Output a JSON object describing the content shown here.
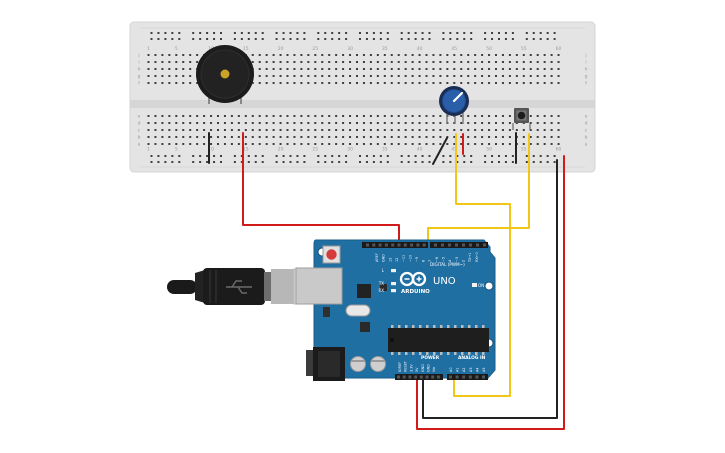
{
  "breadboard": {
    "column_numbers_top": [
      "1",
      "5",
      "10",
      "15",
      "20",
      "25",
      "30",
      "35",
      "40",
      "45",
      "50",
      "55",
      "60"
    ],
    "column_numbers_bottom": [
      "1",
      "5",
      "10",
      "15",
      "20",
      "25",
      "30",
      "35",
      "40",
      "45",
      "50",
      "55",
      "60"
    ],
    "row_letters_left": [
      "j",
      "i",
      "h",
      "g",
      "f",
      "e",
      "d",
      "c",
      "b",
      "a"
    ],
    "row_letters_right": [
      "j",
      "i",
      "h",
      "g",
      "f",
      "e",
      "d",
      "c",
      "b",
      "a"
    ]
  },
  "arduino": {
    "logo_text": "ARDUINO",
    "model_text": "UNO",
    "digital_label": "DIGITAL (PWM~)",
    "power_label": "POWER",
    "analog_label": "ANALOG IN",
    "on_label": "ON",
    "led_labels": [
      "L",
      "TX",
      "RX"
    ],
    "digital_pins": [
      "AREF",
      "GND",
      "13",
      "12",
      "~11",
      "~10",
      "~9",
      "8",
      "7",
      "~6",
      "~5",
      "4",
      "~3",
      "2",
      "TX→1",
      "RX←0"
    ],
    "power_pins": [
      "IOREF",
      "RESET",
      "3.3V",
      "5V",
      "GND",
      "GND",
      "Vin"
    ],
    "analog_pins": [
      "A0",
      "A1",
      "A2",
      "A3",
      "A4",
      "A5"
    ]
  },
  "colors": {
    "breadboard": "#e6e6e6",
    "board": "#1f6fa3",
    "wire_red": "#d11a1a",
    "wire_yellow": "#f2c616",
    "wire_black": "#222222"
  },
  "components": {
    "buzzer": "buzzer-icon",
    "potentiometer": "potentiometer-icon",
    "pushbutton": "pushbutton-icon",
    "usb_cable": "usb-cable-icon"
  }
}
